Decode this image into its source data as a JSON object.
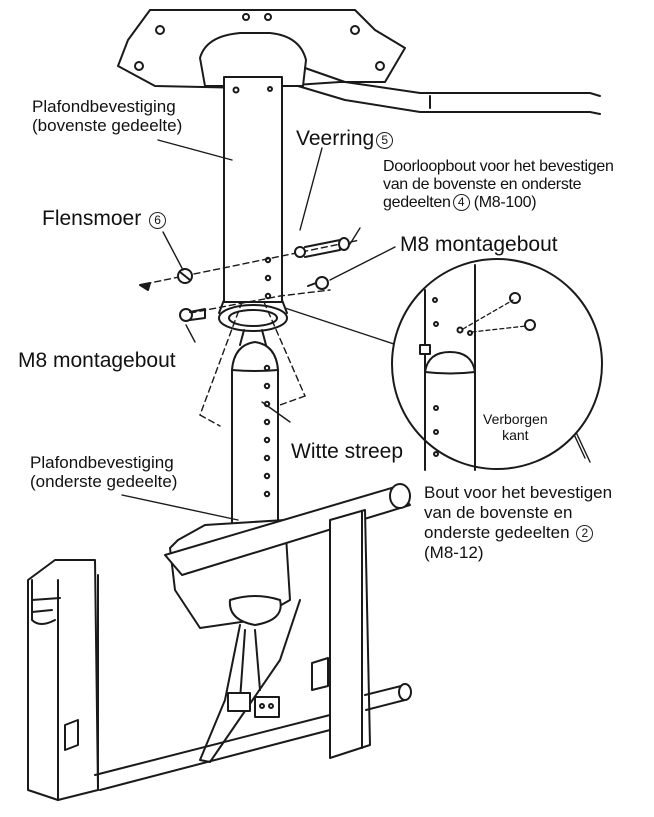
{
  "labels": {
    "ceiling_upper_1": "Plafondbevestiging",
    "ceiling_upper_2": "(bovenste gedeelte)",
    "spring_washer": "Veerring",
    "spring_washer_num": "5",
    "through_bolt_1": "Doorloopbout voor het bevestigen",
    "through_bolt_2": "van de bovenste en onderste",
    "through_bolt_3": "gedeelten",
    "through_bolt_num": "4",
    "through_bolt_size": "(M8-100)",
    "flange_nut": "Flensmoer",
    "flange_nut_num": "6",
    "m8_bolt_right": "M8 montagebout",
    "m8_bolt_left": "M8 montagebout",
    "hidden_side_1": "Verborgen",
    "hidden_side_2": "kant",
    "white_stripe": "Witte streep",
    "ceiling_lower_1": "Plafondbevestiging",
    "ceiling_lower_2": "(onderste gedeelte)",
    "fix_bolt_1": "Bout voor het bevestigen",
    "fix_bolt_2": "van de bovenste en",
    "fix_bolt_3": "onderste gedeelten",
    "fix_bolt_num": "2",
    "fix_bolt_size": "(M8-12)"
  }
}
